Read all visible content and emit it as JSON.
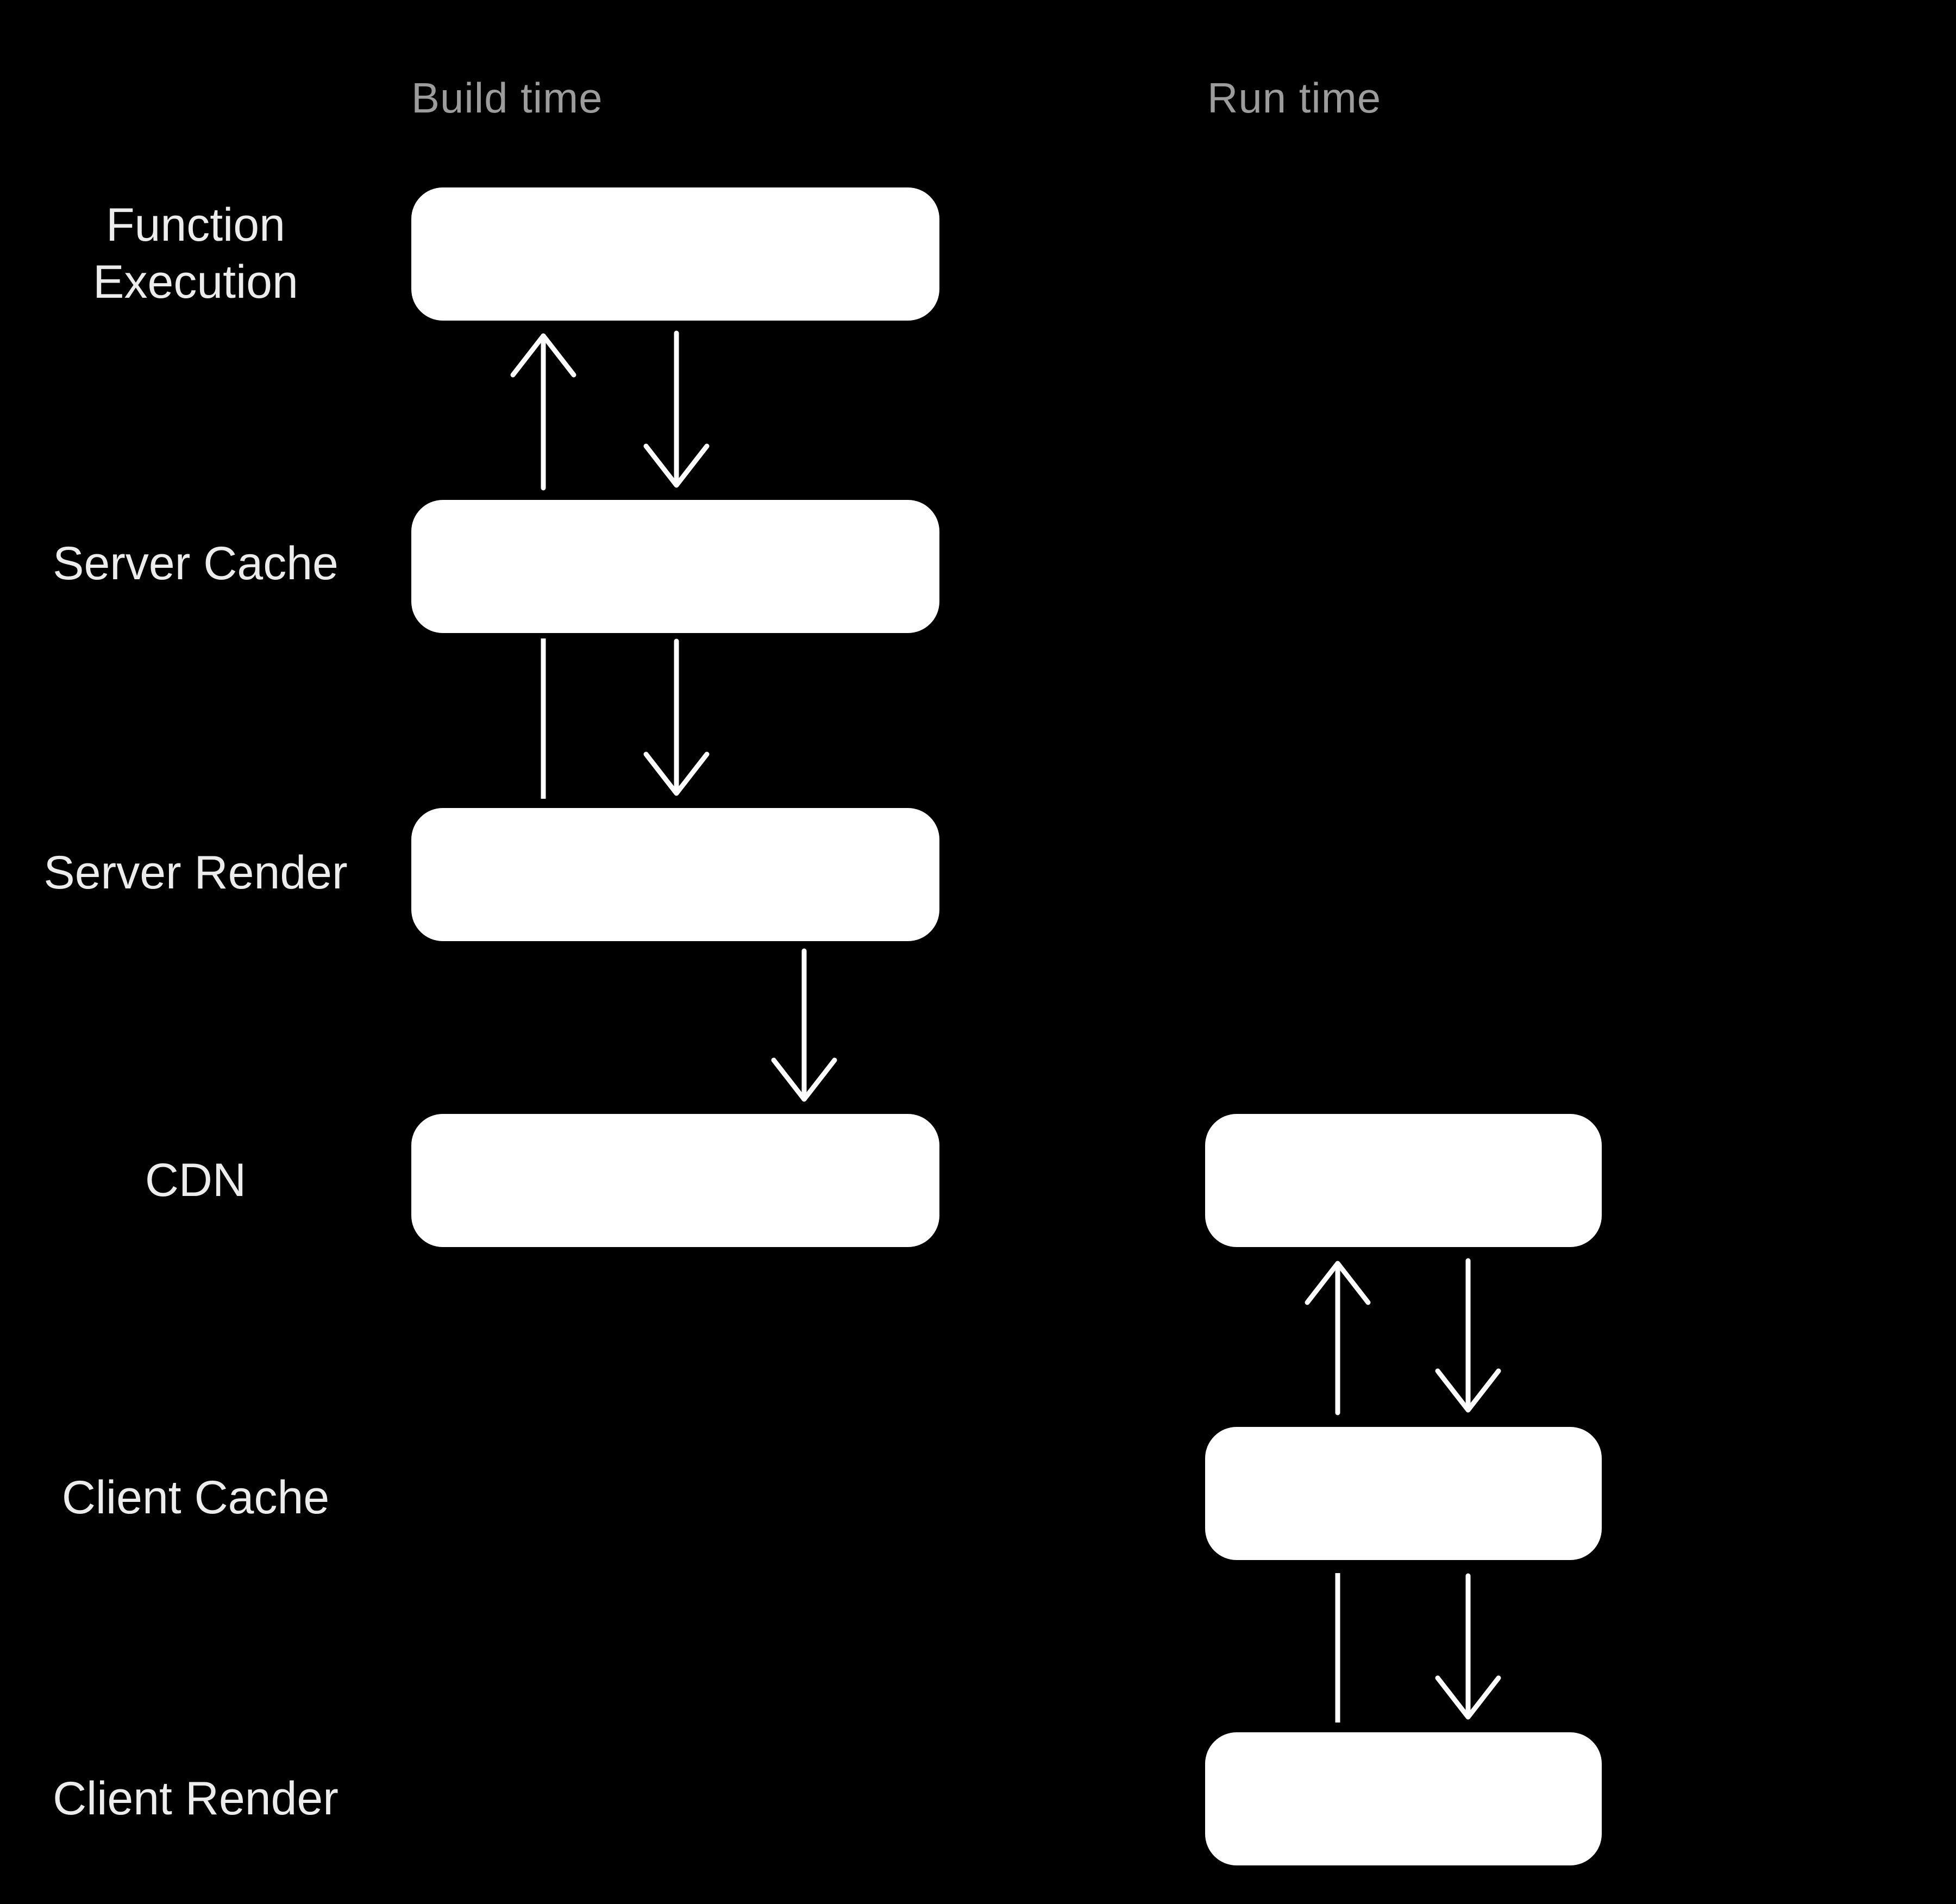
{
  "diagram": {
    "columns": [
      {
        "id": "build-time",
        "label": "Build time"
      },
      {
        "id": "run-time",
        "label": "Run time"
      }
    ],
    "rows": [
      {
        "id": "function-execution",
        "label": "Function Execution"
      },
      {
        "id": "server-cache",
        "label": "Server Cache"
      },
      {
        "id": "server-render",
        "label": "Server Render"
      },
      {
        "id": "cdn",
        "label": "CDN"
      },
      {
        "id": "client-cache",
        "label": "Client Cache"
      },
      {
        "id": "client-render",
        "label": "Client Render"
      }
    ],
    "build_time_boxes": [
      "Function Execution",
      "Server Cache",
      "Server Render",
      "CDN"
    ],
    "run_time_boxes": [
      "CDN",
      "Client Cache",
      "Client Render"
    ],
    "connections": [
      {
        "column": "Build time",
        "from": "Function Execution",
        "to": "Server Cache",
        "direction": "bidirectional"
      },
      {
        "column": "Build time",
        "from": "Server Cache",
        "to": "Server Render",
        "direction": "bidirectional"
      },
      {
        "column": "Build time",
        "from": "Server Render",
        "to": "CDN",
        "direction": "down"
      },
      {
        "column": "Run time",
        "from": "CDN",
        "to": "Client Cache",
        "direction": "bidirectional"
      },
      {
        "column": "Run time",
        "from": "Client Cache",
        "to": "Client Render",
        "direction": "bidirectional"
      }
    ],
    "colors": {
      "background": "#000000",
      "box_fill": "#ffffff",
      "arrow": "#ffffff",
      "row_label_text": "#ececec",
      "column_header_text": "#9c9c9c"
    }
  }
}
